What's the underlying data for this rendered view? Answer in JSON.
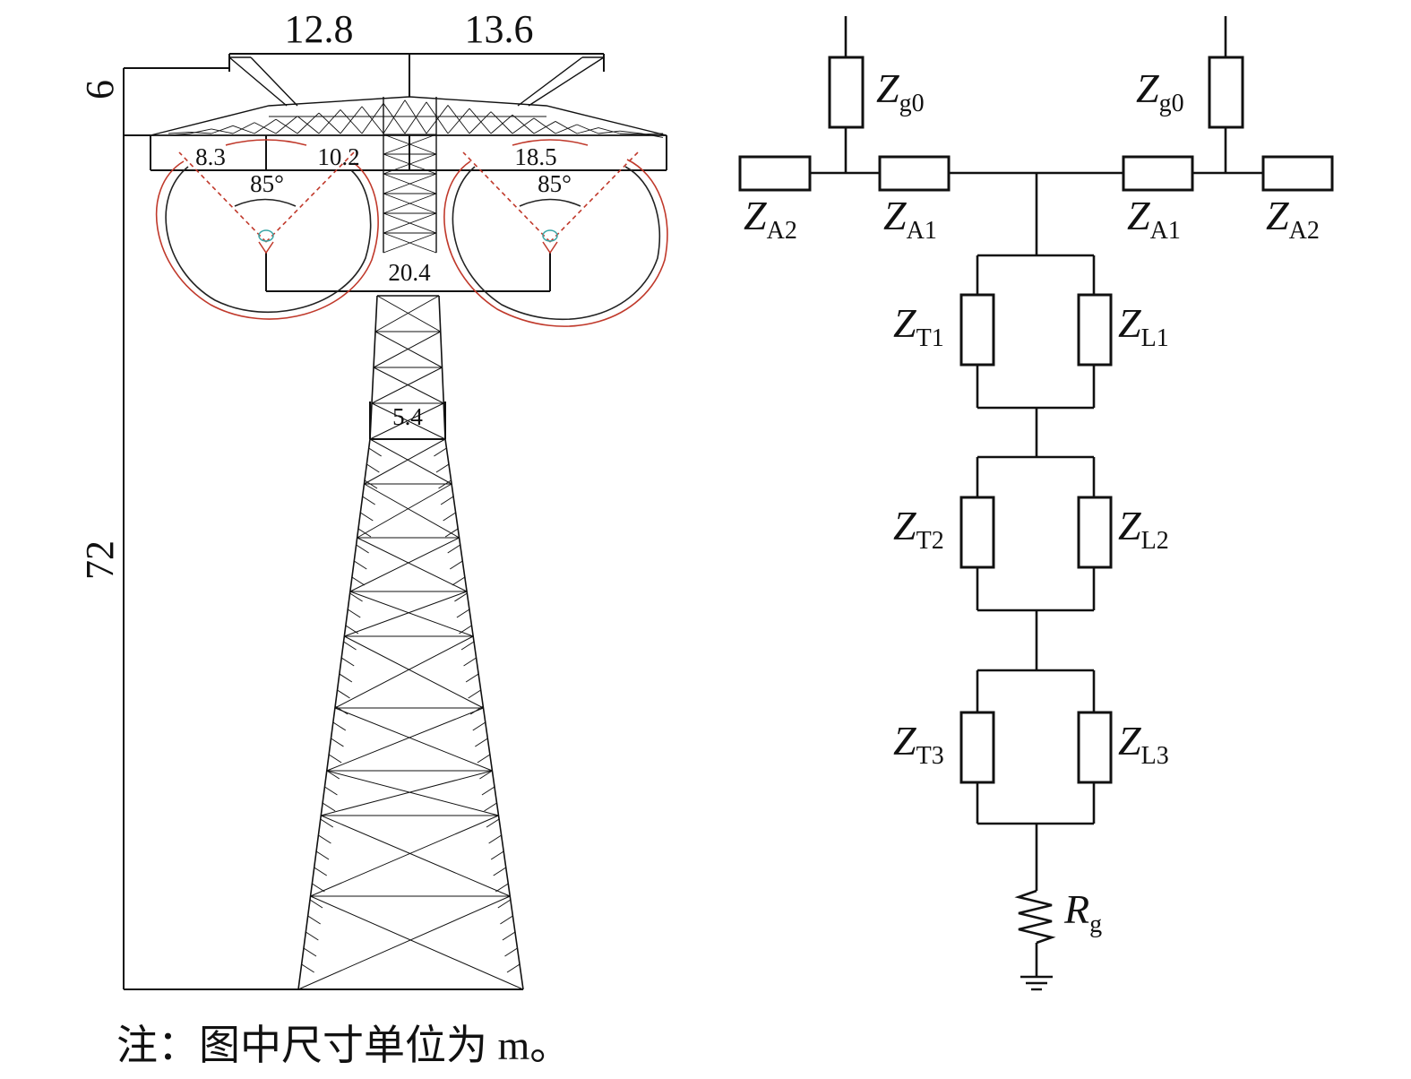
{
  "tower": {
    "dims": {
      "top_left_width": "12.8",
      "top_right_width": "13.6",
      "crossarm_height": "6",
      "total_height": "72",
      "arm_left_outer": "8.3",
      "arm_left_inner": "10.2",
      "arm_right": "18.5",
      "angle_left": "85°",
      "angle_right": "85°",
      "phase_spacing": "20.4",
      "waist_width": "5.4"
    },
    "colors": {
      "lines": "#111111",
      "clearance_arcs": "#c0392b"
    }
  },
  "circuit": {
    "ground_wire_left": {
      "main": "Z",
      "sub": "g0"
    },
    "ground_wire_right": {
      "main": "Z",
      "sub": "g0"
    },
    "arm_left_outer": {
      "main": "Z",
      "sub": "A2"
    },
    "arm_left_inner": {
      "main": "Z",
      "sub": "A1"
    },
    "arm_right_inner": {
      "main": "Z",
      "sub": "A1"
    },
    "arm_right_outer": {
      "main": "Z",
      "sub": "A2"
    },
    "sections": [
      {
        "tower": {
          "main": "Z",
          "sub": "T1"
        },
        "line": {
          "main": "Z",
          "sub": "L1"
        }
      },
      {
        "tower": {
          "main": "Z",
          "sub": "T2"
        },
        "line": {
          "main": "Z",
          "sub": "L2"
        }
      },
      {
        "tower": {
          "main": "Z",
          "sub": "T3"
        },
        "line": {
          "main": "Z",
          "sub": "L3"
        }
      }
    ],
    "grounding": {
      "main": "R",
      "sub": "g"
    }
  },
  "note": "注：图中尺寸单位为 m。"
}
